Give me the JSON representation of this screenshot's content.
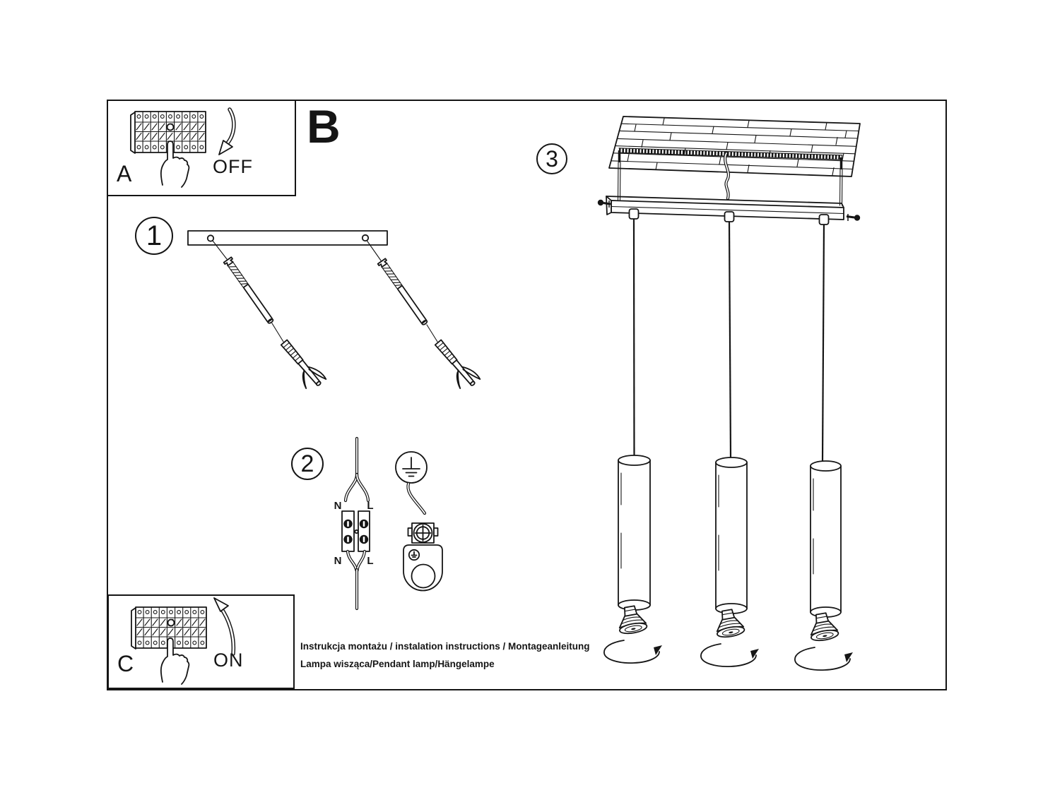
{
  "document_type": "installation instruction sheet",
  "panels": {
    "box_a": {
      "letter": "A",
      "action": "OFF"
    },
    "section_b": {
      "letter": "B"
    },
    "box_c": {
      "letter": "C",
      "action": "ON"
    }
  },
  "step_markers": {
    "step1": "1",
    "step2": "2",
    "step3": "3"
  },
  "wiring_labels": {
    "neutral_top": "N",
    "line_top": "L",
    "neutral_bottom": "N",
    "line_bottom": "L"
  },
  "footer": {
    "line1": "Instrukcja montażu / instalation instructions / Montageanleitung",
    "line2": "Lampa wisząca/Pendant lamp/Hängelampe"
  },
  "colors": {
    "ink": "#151515",
    "background": "#ffffff"
  },
  "icons": [
    "circuit-breaker-icon",
    "pointing-hand-icon",
    "curved-arrow-down-icon",
    "curved-arrow-up-icon",
    "ground-symbol-icon",
    "rotate-bulb-arrow-icon"
  ]
}
